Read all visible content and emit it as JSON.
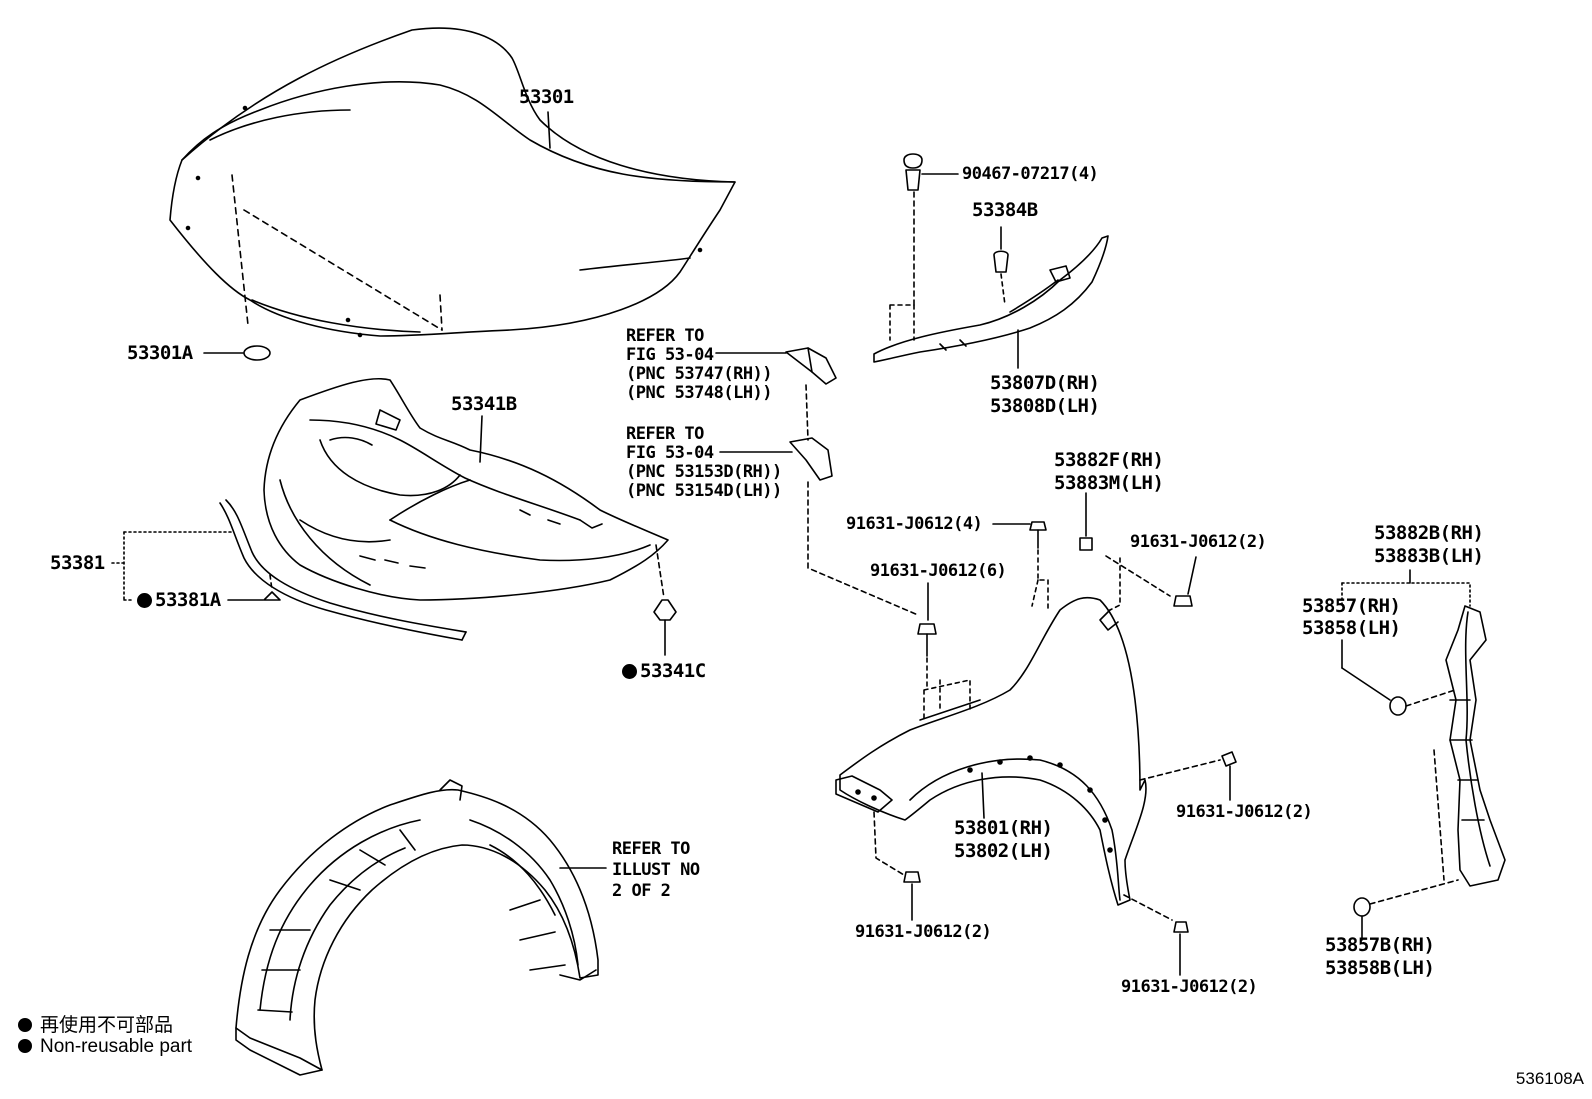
{
  "labels": {
    "hood": "53301",
    "hood_seal": "53301A",
    "insulator": "53341B",
    "insulator_clip": "53341C",
    "hood_seal_strip": "53381",
    "seal_clip": "53381A",
    "top_clip": "90467-07217(4)",
    "cushion": "53384B",
    "fender_seal_rh": "53807D(RH)",
    "fender_seal_lh": "53808D(LH)",
    "refer1_l1": "REFER TO",
    "refer1_l2": "FIG 53-04",
    "refer1_l3": "(PNC 53747(RH))",
    "refer1_l4": "(PNC 53748(LH))",
    "refer2_l1": "REFER TO",
    "refer2_l2": "FIG 53-04",
    "refer2_l3": "(PNC 53153D(RH))",
    "refer2_l4": "(PNC 53154D(LH))",
    "bracket_rh": "53882F(RH)",
    "bracket_lh": "53883M(LH)",
    "bolt_a": "91631-J0612(4)",
    "bolt_b": "91631-J0612(2)",
    "bolt_c": "91631-J0612(6)",
    "bolt_d": "91631-J0612(2)",
    "bolt_e": "91631-J0612(2)",
    "bolt_f": "91631-J0612(2)",
    "side_bracket_rh": "53882B(RH)",
    "side_bracket_lh": "53883B(LH)",
    "seal_upper_rh": "53857(RH)",
    "seal_upper_lh": "53858(LH)",
    "seal_lower_rh": "53857B(RH)",
    "seal_lower_lh": "53858B(LH)",
    "fender_rh": "53801(RH)",
    "fender_lh": "53802(LH)",
    "refer3_l1": "REFER TO",
    "refer3_l2": "ILLUST NO",
    "refer3_l3": "2 OF 2"
  },
  "legend": {
    "line1": "再使用不可部品",
    "line2": "Non-reusable part"
  },
  "figure_code": "536108A"
}
